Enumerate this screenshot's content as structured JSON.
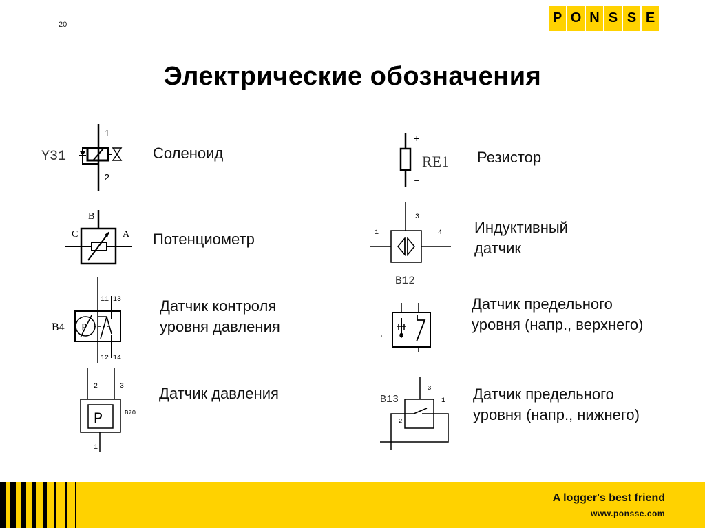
{
  "slide": {
    "page_number": "20",
    "title": "Электрические обозначения"
  },
  "logo": {
    "letters": [
      "P",
      "O",
      "N",
      "S",
      "S",
      "E"
    ],
    "color": "#ffd200"
  },
  "symbols": {
    "solenoid": {
      "label": "Соленоид",
      "tag": "Y31",
      "pin_top": "1",
      "pin_bottom": "2"
    },
    "resistor": {
      "label": "Резистор",
      "tag": "RE1",
      "pin_top": "+",
      "pin_bottom": "–"
    },
    "potentiometer": {
      "label": "Потенциометр",
      "pin_b": "B",
      "pin_c": "C",
      "pin_a": "A"
    },
    "inductive_sensor": {
      "label_line1": "Индуктивный",
      "label_line2": "датчик",
      "tag": "B12",
      "pin_1": "1",
      "pin_3": "3",
      "pin_4": "4"
    },
    "pressure_level_switch": {
      "label_line1": "Датчик контроля",
      "label_line2": "уровня давления",
      "tag": "B4",
      "pins_top": "11 13",
      "pins_bottom": "12 14",
      "inner": "P"
    },
    "upper_level_sensor": {
      "label_line1": "Датчик предельного",
      "label_line2": "уровня (напр., верхнего)"
    },
    "pressure_sensor": {
      "label": "Датчик давления",
      "tag": "B70",
      "pin_1": "1",
      "pin_2": "2",
      "pin_3": "3",
      "inner": "P"
    },
    "lower_level_sensor": {
      "label_line1": "Датчик предельного",
      "label_line2": "уровня (напр., нижнего)",
      "tag": "B13",
      "pin_1": "1",
      "pin_2": "2",
      "pin_3": "3"
    }
  },
  "footer": {
    "slogan": "A logger's best friend",
    "url": "www.ponsse.com",
    "background": "#ffd200",
    "stripes": [
      [
        0,
        8
      ],
      [
        14,
        9
      ],
      [
        30,
        8
      ],
      [
        46,
        7
      ],
      [
        62,
        6
      ],
      [
        78,
        4
      ],
      [
        94,
        3
      ],
      [
        109,
        2
      ]
    ]
  }
}
